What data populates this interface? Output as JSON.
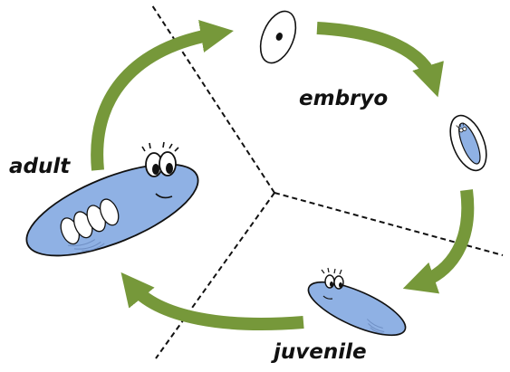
{
  "diagram": {
    "stages": {
      "embryo": {
        "label": "embryo"
      },
      "juvenile": {
        "label": "juvenile"
      },
      "adult": {
        "label": "adult"
      }
    },
    "colors": {
      "arrow": "#76983a",
      "worm_body": "#8fb1e4",
      "outline": "#111111",
      "divider": "#111111",
      "egg_fill": "#ffffff"
    }
  }
}
